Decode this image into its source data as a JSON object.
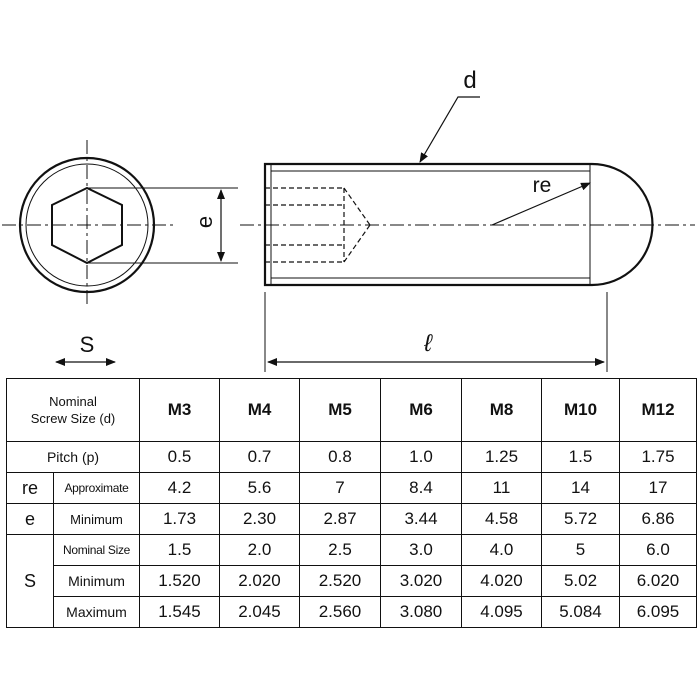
{
  "drawing": {
    "labels": {
      "d": "d",
      "re": "re",
      "e": "e",
      "S": "S",
      "l": "ℓ"
    }
  },
  "table": {
    "header_label": [
      "Nominal",
      "Screw Size (d)"
    ],
    "sizes": [
      "M3",
      "M4",
      "M5",
      "M6",
      "M8",
      "M10",
      "M12"
    ],
    "rows": [
      {
        "group": "",
        "label": "Pitch (p)",
        "values": [
          "0.5",
          "0.7",
          "0.8",
          "1.0",
          "1.25",
          "1.5",
          "1.75"
        ]
      },
      {
        "group": "re",
        "label": "Approximate",
        "values": [
          "4.2",
          "5.6",
          "7",
          "8.4",
          "11",
          "14",
          "17"
        ]
      },
      {
        "group": "e",
        "label": "Minimum",
        "values": [
          "1.73",
          "2.30",
          "2.87",
          "3.44",
          "4.58",
          "5.72",
          "6.86"
        ]
      },
      {
        "group": "S",
        "label": "Nominal Size",
        "values": [
          "1.5",
          "2.0",
          "2.5",
          "3.0",
          "4.0",
          "5",
          "6.0"
        ]
      },
      {
        "group": "S",
        "label": "Minimum",
        "values": [
          "1.520",
          "2.020",
          "2.520",
          "3.020",
          "4.020",
          "5.02",
          "6.020"
        ]
      },
      {
        "group": "S",
        "label": "Maximum",
        "values": [
          "1.545",
          "2.045",
          "2.560",
          "3.080",
          "4.095",
          "5.084",
          "6.095"
        ]
      }
    ]
  }
}
